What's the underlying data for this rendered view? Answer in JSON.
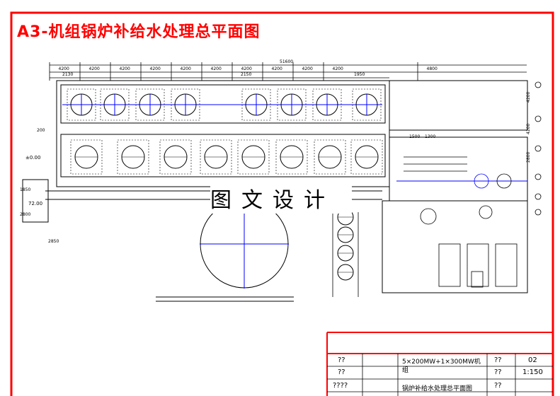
{
  "title": "A3-机组锅炉补给水处理总平面图",
  "watermark": "图文设计",
  "dimensions": {
    "overall": "51600",
    "top_row": [
      "4200",
      "4200",
      "4200",
      "4200",
      "4200",
      "4200",
      "4200",
      "4200",
      "4200",
      "4200",
      "4800"
    ],
    "sub": [
      "2130",
      "2150",
      "1950"
    ],
    "right": [
      "4200",
      "4200",
      "2800"
    ],
    "left": [
      "2850",
      "1850",
      "2800"
    ],
    "misc": [
      "1500",
      "1300",
      "200"
    ]
  },
  "room_label": "72.00",
  "note_left": "±0.00",
  "title_block": {
    "row1_code": "??",
    "row2_code": "??",
    "row3_code": "????",
    "project": "5×200MW+1×300MW机组",
    "drawing_title": "锅炉补给水处理总平面图",
    "sheet_label": "??",
    "sheet_value": "02",
    "scale_label": "??",
    "scale_value": "1:150",
    "date_label": "??"
  }
}
